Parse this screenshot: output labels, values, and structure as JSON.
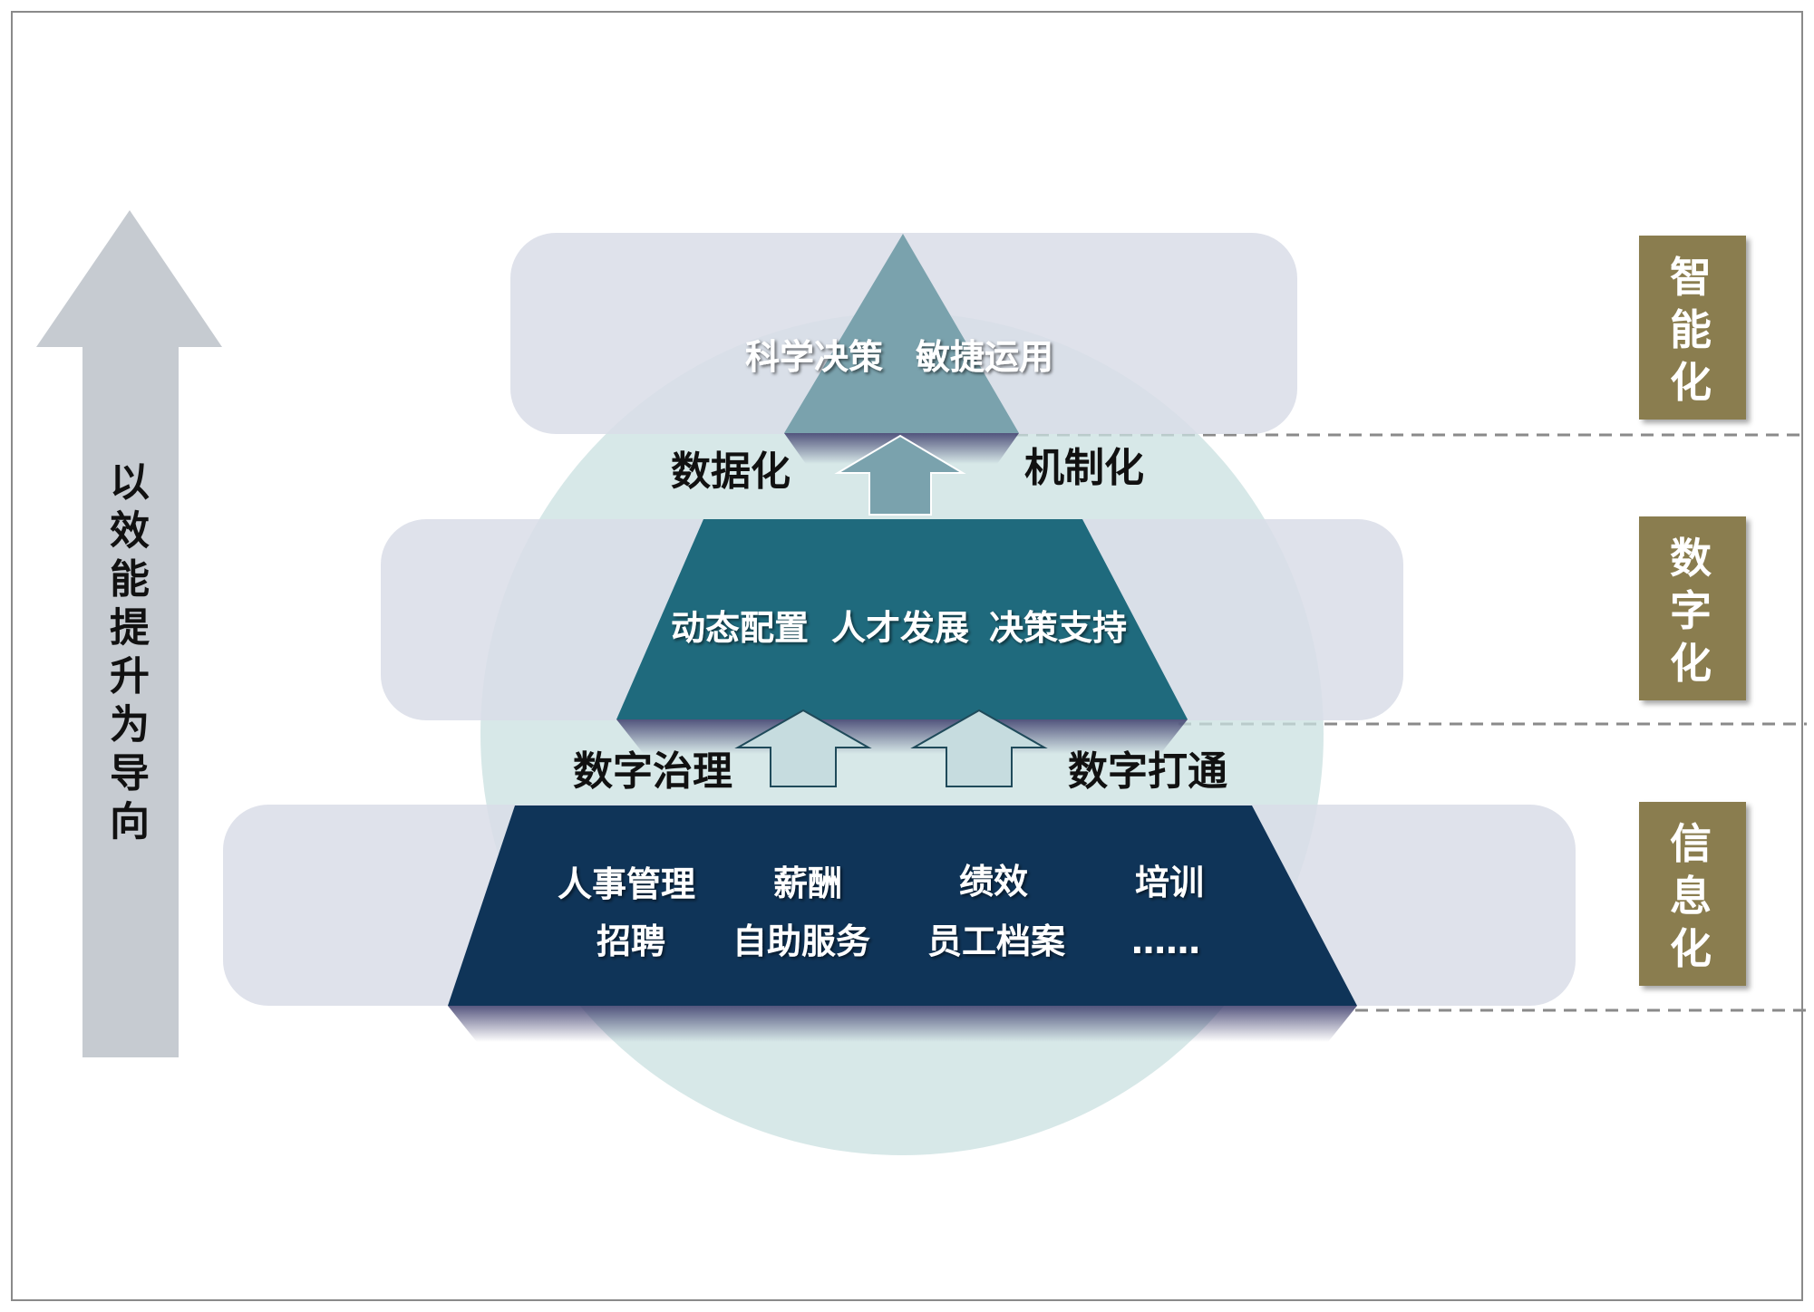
{
  "side_arrow": {
    "label": "以效能提升为导向",
    "chars": [
      "以",
      "效",
      "能",
      "提",
      "升",
      "为",
      "导",
      "向"
    ]
  },
  "levels": [
    {
      "key": "intelligent",
      "tag": "智能化",
      "tag_chars": [
        "智",
        "能",
        "化"
      ],
      "content": [
        "科学决策",
        "敏捷运用"
      ]
    },
    {
      "key": "digital",
      "tag": "数字化",
      "tag_chars": [
        "数",
        "字",
        "化"
      ],
      "content": [
        "动态配置",
        "人才发展",
        "决策支持"
      ]
    },
    {
      "key": "information",
      "tag": "信息化",
      "tag_chars": [
        "信",
        "息",
        "化"
      ],
      "content_rows": [
        [
          "人事管理",
          "薪酬",
          "绩效",
          "培训"
        ],
        [
          "招聘",
          "自助服务",
          "员工档案",
          "……"
        ]
      ]
    }
  ],
  "transitions": {
    "upper": {
      "left": "数据化",
      "right": "机制化"
    },
    "lower": {
      "left": "数字治理",
      "right": "数字打通"
    }
  },
  "colors": {
    "top_tier": "#7aa2ad",
    "middle_tier": "#1f6a7d",
    "bottom_tier": "#0f3458",
    "band": "#d9dde8",
    "circle": "#c9e0e0",
    "tag_box": "#8a7d4f",
    "side_arrow": "#c6cbd1"
  }
}
